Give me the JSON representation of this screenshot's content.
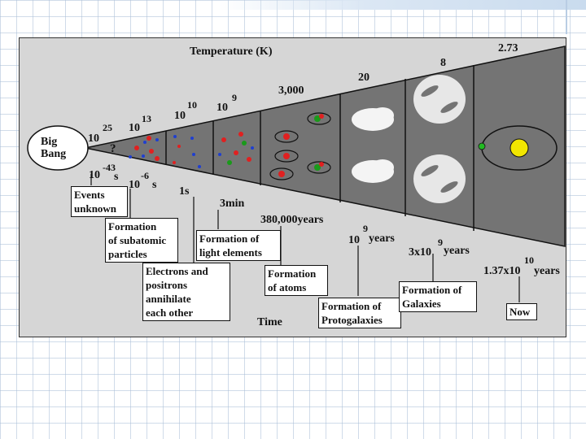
{
  "title": "Temperature (K)",
  "axis_label": "Time",
  "big_bang": "Big\nBang",
  "question_mark": "?",
  "temperatures": [
    {
      "base": "10",
      "exp": "25"
    },
    {
      "base": "10",
      "exp": "13"
    },
    {
      "base": "10",
      "exp": "10"
    },
    {
      "base": "10",
      "exp": "9"
    },
    {
      "value": "3,000"
    },
    {
      "value": "20"
    },
    {
      "value": "8"
    },
    {
      "value": "2.73"
    }
  ],
  "times": [
    {
      "base": "10",
      "exp": "-43",
      "unit": "s"
    },
    {
      "base": "10",
      "exp": "-6",
      "unit": "s"
    },
    {
      "value": "1s"
    },
    {
      "value": "3min"
    },
    {
      "value": "380,000years"
    },
    {
      "base": "10",
      "exp": "9",
      "unit": "years"
    },
    {
      "base": "3x10",
      "exp": "9",
      "unit": "years"
    },
    {
      "base": "1.37x10",
      "exp": "10",
      "unit": "years"
    }
  ],
  "events": [
    "Events\nunknown",
    "Formation\nof subatomic\nparticles",
    "Electrons and\npositrons\nannihilate\neach other",
    "Formation of\nlight elements",
    "Formation\nof atoms",
    "Formation of\nProtogalaxies",
    "Formation of\nGalaxies",
    "Now"
  ],
  "colors": {
    "panel": "#d6d6d6",
    "cone": "#747474",
    "sun": "#f2e600",
    "earth": "#22bb22",
    "proton": "#e02020",
    "neutron": "#1a9a1a",
    "electron": "#1f3fd0"
  }
}
